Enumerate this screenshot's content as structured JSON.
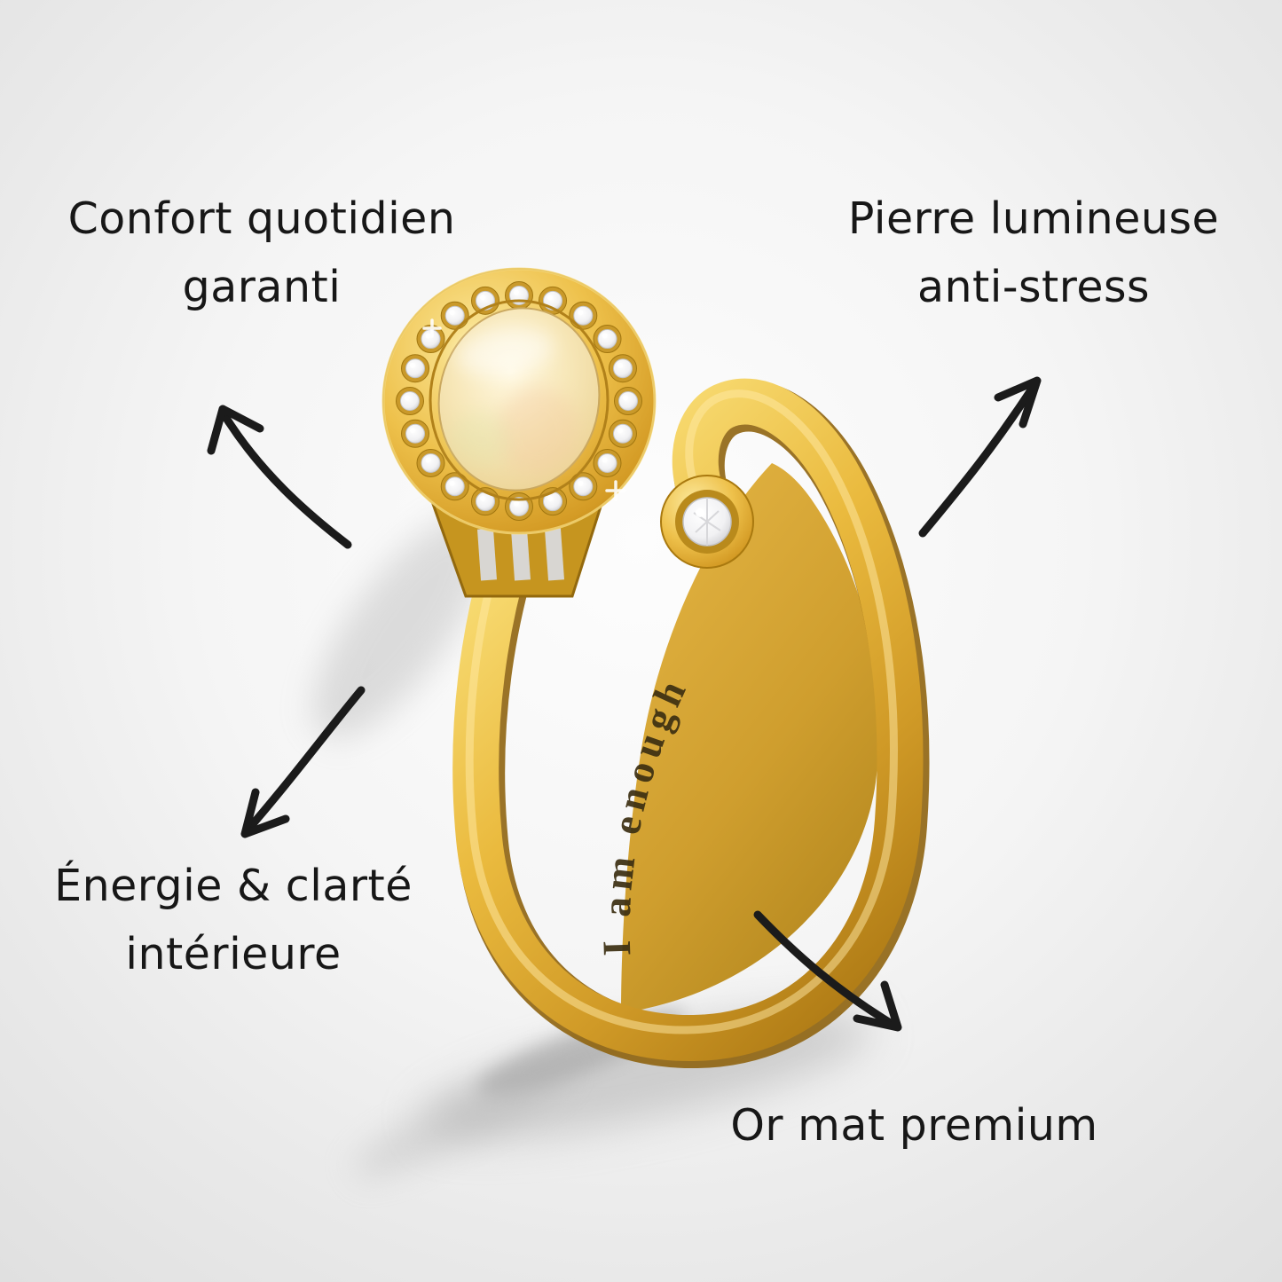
{
  "page": {
    "background_center": "#fdfdfd",
    "background_edge": "#e0e0e0"
  },
  "annotations": {
    "text_color": "#171717",
    "arrow_color": "#1b1b1b",
    "top_left": {
      "lines": [
        "Confort quotidien",
        "garanti"
      ]
    },
    "top_right": {
      "lines": [
        "Pierre lumineuse",
        "anti-stress"
      ]
    },
    "bottom_left": {
      "lines": [
        "Énergie & clarté",
        "intérieure"
      ]
    },
    "bottom_right": {
      "lines": [
        "Or mat premium"
      ]
    }
  },
  "product": {
    "type": "open-wrap-ring",
    "engraving": "I am enough",
    "colors": {
      "gold": "#e8b93f",
      "gold_light": "#f8e08c",
      "gold_dark": "#a87816",
      "opal": "#f5e6bc",
      "cz_stone": "#f4f4f4",
      "engraving_color": "#3c2f12"
    }
  }
}
